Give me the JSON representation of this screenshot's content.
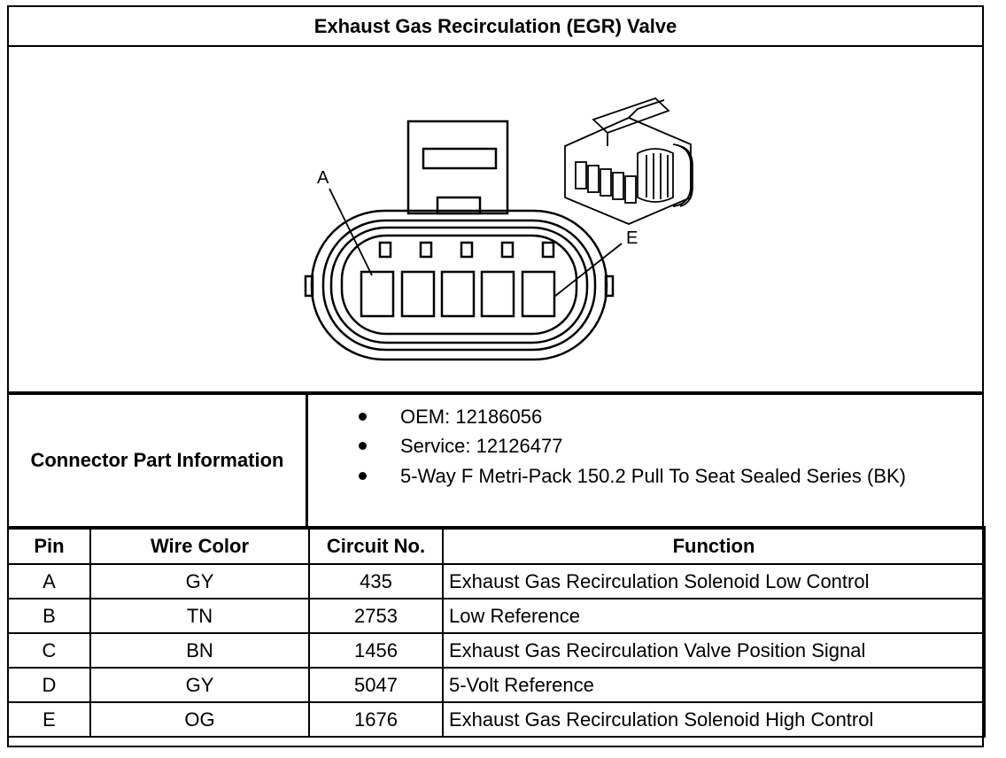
{
  "title": "Exhaust Gas Recirculation (EGR) Valve",
  "diagram": {
    "callouts": [
      "A",
      "E"
    ]
  },
  "connector_info": {
    "label": "Connector Part Information",
    "items": [
      "OEM: 12186056",
      "Service: 12126477",
      "5-Way F Metri-Pack 150.2 Pull To Seat Sealed Series (BK)"
    ]
  },
  "pin_table": {
    "headers": [
      "Pin",
      "Wire Color",
      "Circuit No.",
      "Function"
    ],
    "rows": [
      [
        "A",
        "GY",
        "435",
        "Exhaust Gas Recirculation Solenoid Low Control"
      ],
      [
        "B",
        "TN",
        "2753",
        "Low Reference"
      ],
      [
        "C",
        "BN",
        "1456",
        "Exhaust Gas Recirculation Valve Position Signal"
      ],
      [
        "D",
        "GY",
        "5047",
        "5-Volt Reference"
      ],
      [
        "E",
        "OG",
        "1676",
        "Exhaust Gas Recirculation Solenoid High Control"
      ]
    ]
  }
}
